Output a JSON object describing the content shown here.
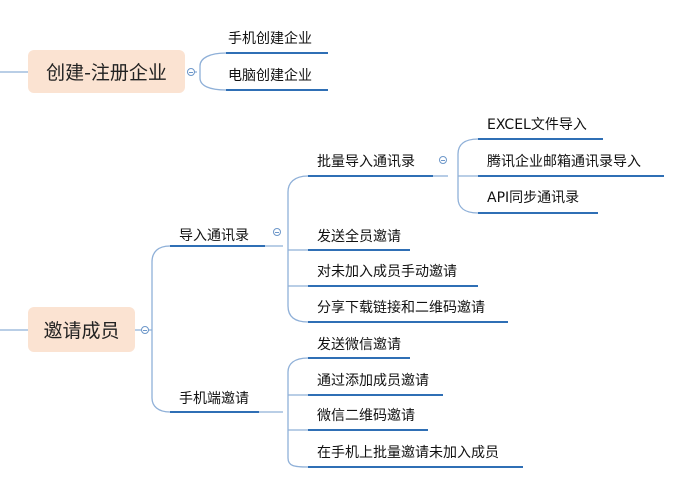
{
  "root1": {
    "label": "创建-注册企业",
    "children": [
      "手机创建企业",
      "电脑创建企业"
    ]
  },
  "root2": {
    "label": "邀请成员",
    "import": {
      "label": "导入通讯录",
      "batch": {
        "label": "批量导入通讯录",
        "children": [
          "EXCEL文件导入",
          "腾讯企业邮箱通讯录导入",
          "API同步通讯录"
        ]
      },
      "send_all": "发送全员邀请",
      "manual": "对未加入成员手动邀请",
      "share": "分享下载链接和二维码邀请"
    },
    "mobile": {
      "label": "手机端邀请",
      "children": [
        "发送微信邀请",
        "通过添加成员邀请",
        "微信二维码邀请",
        "在手机上批量邀请未加入成员"
      ]
    }
  },
  "colors": {
    "topic_fill": "#fbe3d2",
    "line": "#2f6fb5",
    "connector": "#8fb0d8"
  }
}
